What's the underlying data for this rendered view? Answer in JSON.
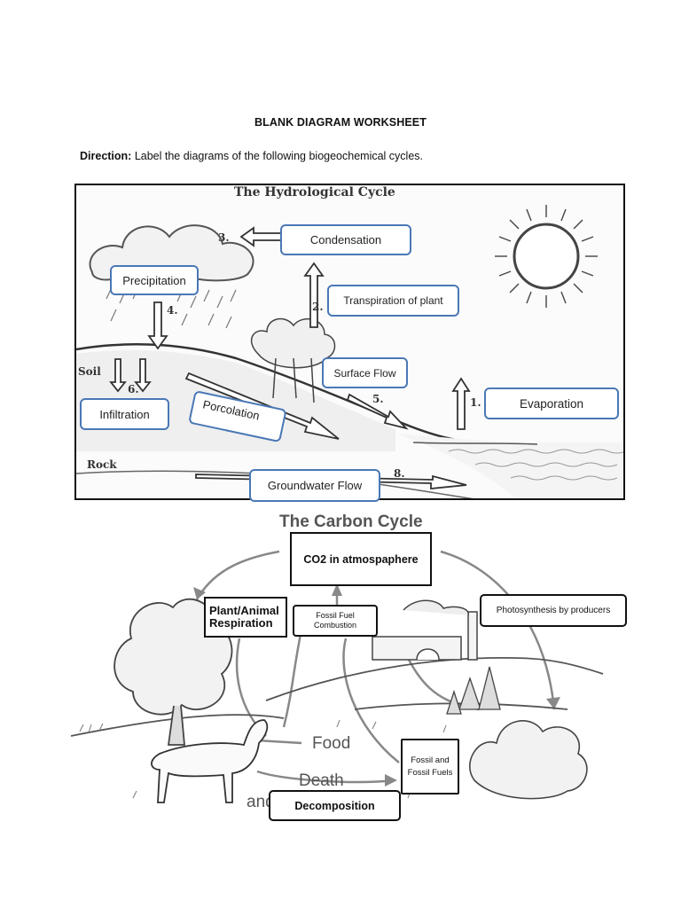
{
  "worksheet": {
    "title": "BLANK DIAGRAM WORKSHEET",
    "direction_label": "Direction:",
    "direction_text": " Label the diagrams of the following biogeochemical cycles."
  },
  "hydrological": {
    "title": "The Hydrological Cycle",
    "soil": "Soil",
    "rock": "Rock",
    "numbers": [
      "1.",
      "2.",
      "3.",
      "4.",
      "5.",
      "6.",
      "8."
    ],
    "labels": {
      "condensation": "Condensation",
      "precipitation": "Precipitation",
      "transpiration": "Transpiration of plant",
      "surface_flow": "Surface Flow",
      "porcolation": "Porcolation",
      "infiltration": "Infiltration",
      "evaporation": "Evaporation",
      "groundwater": "Groundwater Flow"
    }
  },
  "carbon": {
    "title": "The Carbon Cycle",
    "food": "Food",
    "death": "Death",
    "and": "and",
    "labels": {
      "co2": "CO2 in atmospaphere",
      "respiration": "Plant/Animal Respiration",
      "combustion": "Fossil Fuel Combustion",
      "photosynthesis": "Photosynthesis by producers",
      "fossil": "Fossil and Fossil Fuels",
      "decomposition": "Decomposition"
    }
  },
  "colors": {
    "label_border_blue": "#4a78b6",
    "sketch": "#444444"
  }
}
